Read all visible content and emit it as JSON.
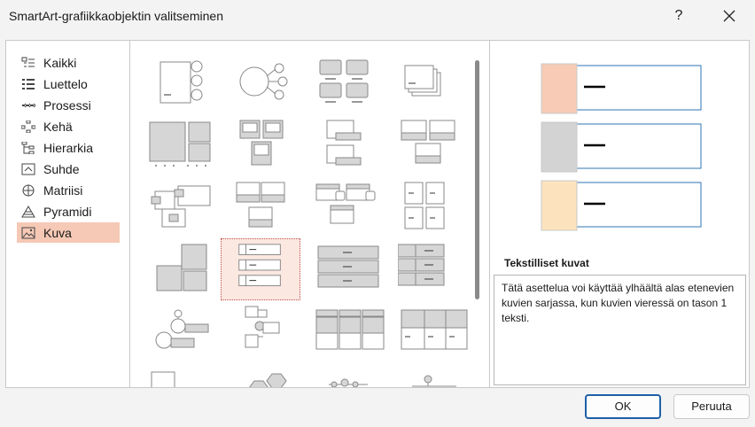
{
  "window": {
    "title": "SmartArt-grafiikkaobjektin valitseminen",
    "help_label": "?"
  },
  "categories": [
    {
      "label": "Kaikki",
      "icon": "all-icon"
    },
    {
      "label": "Luettelo",
      "icon": "list-icon"
    },
    {
      "label": "Prosessi",
      "icon": "process-icon"
    },
    {
      "label": "Kehä",
      "icon": "cycle-icon"
    },
    {
      "label": "Hierarkia",
      "icon": "hierarchy-icon"
    },
    {
      "label": "Suhde",
      "icon": "relationship-icon"
    },
    {
      "label": "Matriisi",
      "icon": "matrix-icon"
    },
    {
      "label": "Pyramidi",
      "icon": "pyramid-icon"
    },
    {
      "label": "Kuva",
      "icon": "picture-icon",
      "selected": true
    }
  ],
  "gallery": {
    "selected_index": 13,
    "count": 24
  },
  "description": {
    "title": "Tekstilliset kuvat",
    "text": "Tätä asettelua voi käyttää ylhäältä alas etenevien kuvien sarjassa, kun kuvien vieressä on tason 1 teksti."
  },
  "preview": {
    "colors": [
      "#f7cbb5",
      "#d3d3d3",
      "#fde3bd"
    ],
    "border_color": "#2e74b5"
  },
  "buttons": {
    "ok_label": "OK",
    "cancel_label": "Peruuta"
  }
}
